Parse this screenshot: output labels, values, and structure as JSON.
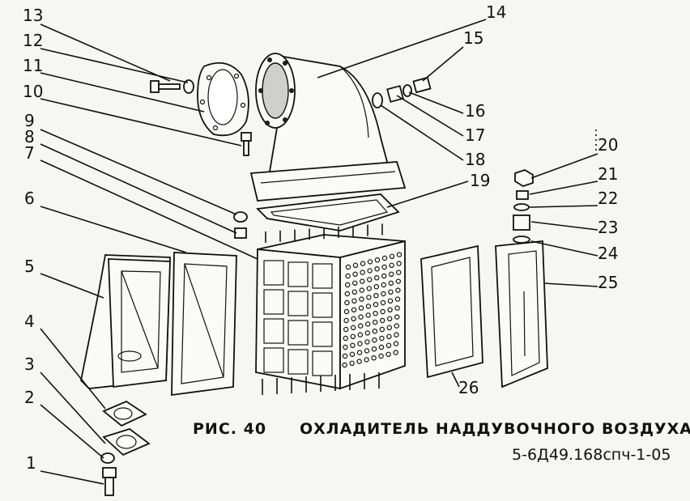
{
  "figure": {
    "caption_label": "РИС. 40",
    "caption_title": "ОХЛАДИТЕЛЬ НАДДУВОЧНОГО ВОЗДУХА",
    "drawing_code": "5-6Д49.168спч-1-05"
  },
  "callouts": {
    "c1": "1",
    "c2": "2",
    "c3": "3",
    "c4": "4",
    "c5": "5",
    "c6": "6",
    "c7": "7",
    "c8": "8",
    "c9": "9",
    "c10": "10",
    "c11": "11",
    "c12": "12",
    "c13": "13",
    "c14": "14",
    "c15": "15",
    "c16": "16",
    "c17": "17",
    "c18": "18",
    "c19": "19",
    "c20": "20",
    "c21": "21",
    "c22": "22",
    "c23": "23",
    "c24": "24",
    "c25": "25",
    "c26": "26"
  }
}
